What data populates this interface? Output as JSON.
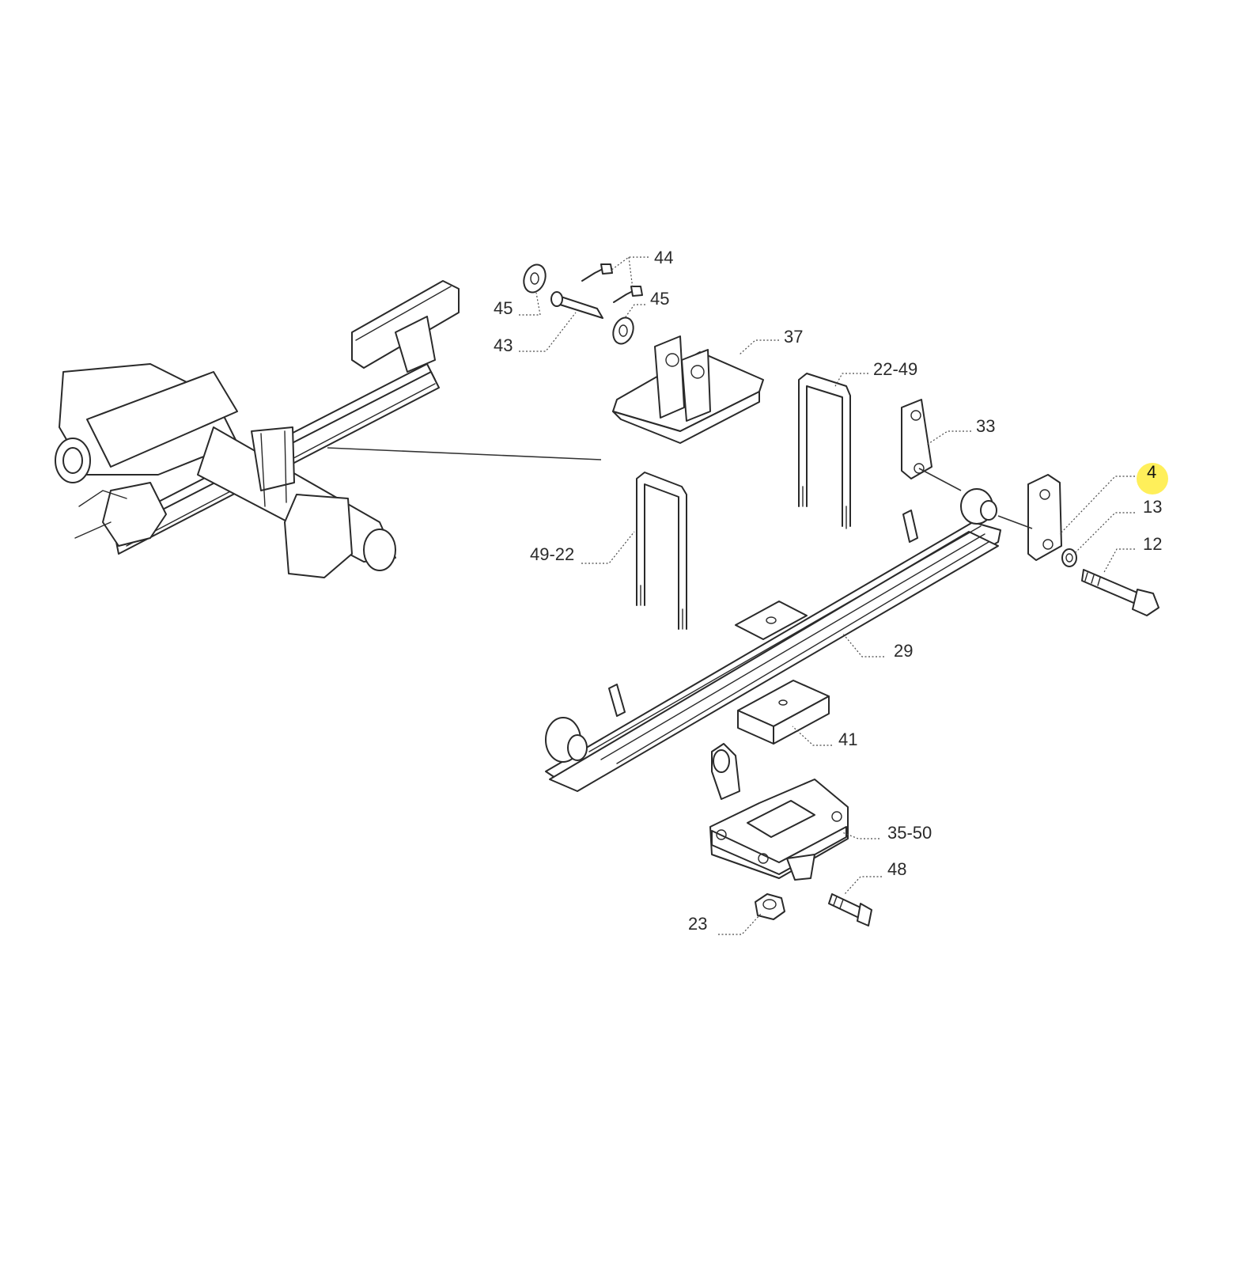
{
  "highlight_color": "#ffef5a",
  "callouts": [
    {
      "id": "44",
      "text": "44"
    },
    {
      "id": "45a",
      "text": "45"
    },
    {
      "id": "45b",
      "text": "45"
    },
    {
      "id": "43",
      "text": "43"
    },
    {
      "id": "37",
      "text": "37"
    },
    {
      "id": "22-49",
      "text": "22-49"
    },
    {
      "id": "33",
      "text": "33"
    },
    {
      "id": "4",
      "text": "4",
      "highlighted": true
    },
    {
      "id": "13",
      "text": "13"
    },
    {
      "id": "12",
      "text": "12"
    },
    {
      "id": "49-22",
      "text": "49-22"
    },
    {
      "id": "29",
      "text": "29"
    },
    {
      "id": "41",
      "text": "41"
    },
    {
      "id": "35-50",
      "text": "35-50"
    },
    {
      "id": "48",
      "text": "48"
    },
    {
      "id": "23",
      "text": "23"
    }
  ]
}
